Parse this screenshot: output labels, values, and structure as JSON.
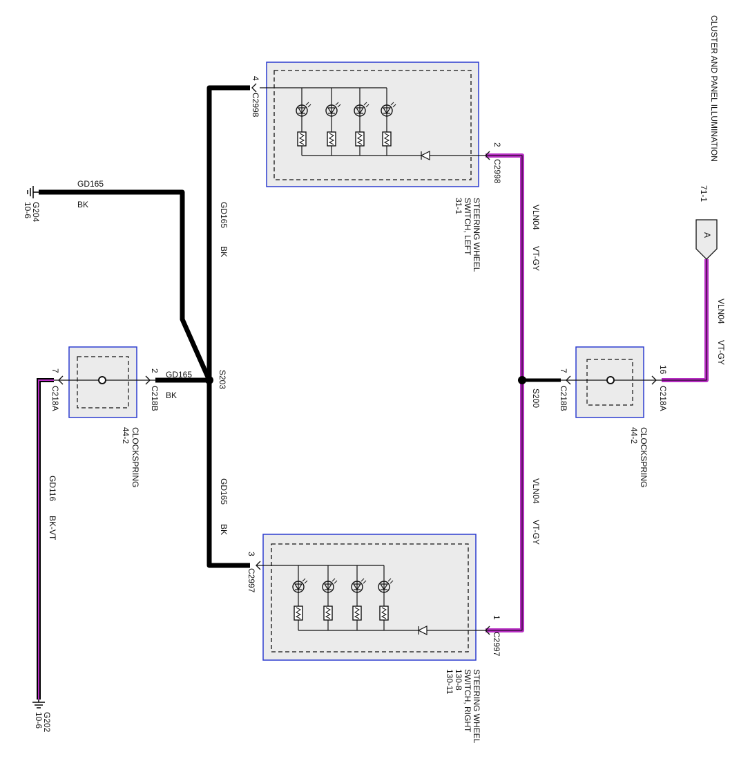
{
  "title": "CLUSTER AND PANEL ILLUMINATION",
  "page_ref": "71-1",
  "connector_flag": "A",
  "colors": {
    "wire_violet": "#b62dc2",
    "ground": "#000000",
    "box_fill": "#ebebeb",
    "box_border": "#2c3ccf"
  },
  "grounds": {
    "g204": {
      "name": "G204",
      "ref": "10-6"
    },
    "g202": {
      "name": "G202",
      "ref": "10-6"
    }
  },
  "wires": {
    "gd165_top": {
      "circuit": "GD165",
      "color": "BK"
    },
    "gd165_upper": {
      "circuit": "GD165",
      "color": "BK"
    },
    "gd165_mid": {
      "circuit": "GD165",
      "color": "BK"
    },
    "gd165_lower": {
      "circuit": "GD165",
      "color": "BK"
    },
    "gd116": {
      "circuit": "GD116",
      "color": "BK-VT"
    },
    "vln04_upper": {
      "circuit": "VLN04",
      "color": "VT-GY"
    },
    "vln04_lower": {
      "circuit": "VLN04",
      "color": "VT-GY"
    },
    "vln04_top": {
      "circuit": "VLN04",
      "color": "VT-GY"
    }
  },
  "splices": {
    "s203": "S203",
    "s200": "S200"
  },
  "left_switch": {
    "name_lines": [
      "STEERING WHEEL",
      "SWITCH, LEFT",
      "31-1"
    ],
    "pin_gnd": "4",
    "conn_gnd": "C2998",
    "pin_sig": "2",
    "conn_sig": "C2998"
  },
  "right_switch": {
    "name_lines": [
      "STEERING WHEEL",
      "SWITCH, RIGHT",
      "130-8",
      "130-11"
    ],
    "pin_gnd": "3",
    "conn_gnd": "C2997",
    "pin_sig": "1",
    "conn_sig": "C2997"
  },
  "clockspring_left": {
    "name": "CLOCKSPRING",
    "ref": "44-2",
    "pin_a": "7",
    "conn_a": "C218A",
    "pin_b": "2",
    "conn_b": "C218B"
  },
  "clockspring_right": {
    "name": "CLOCKSPRING",
    "ref": "44-2",
    "pin_a": "16",
    "conn_a": "C218A",
    "pin_b": "7",
    "conn_b": "C218B"
  }
}
